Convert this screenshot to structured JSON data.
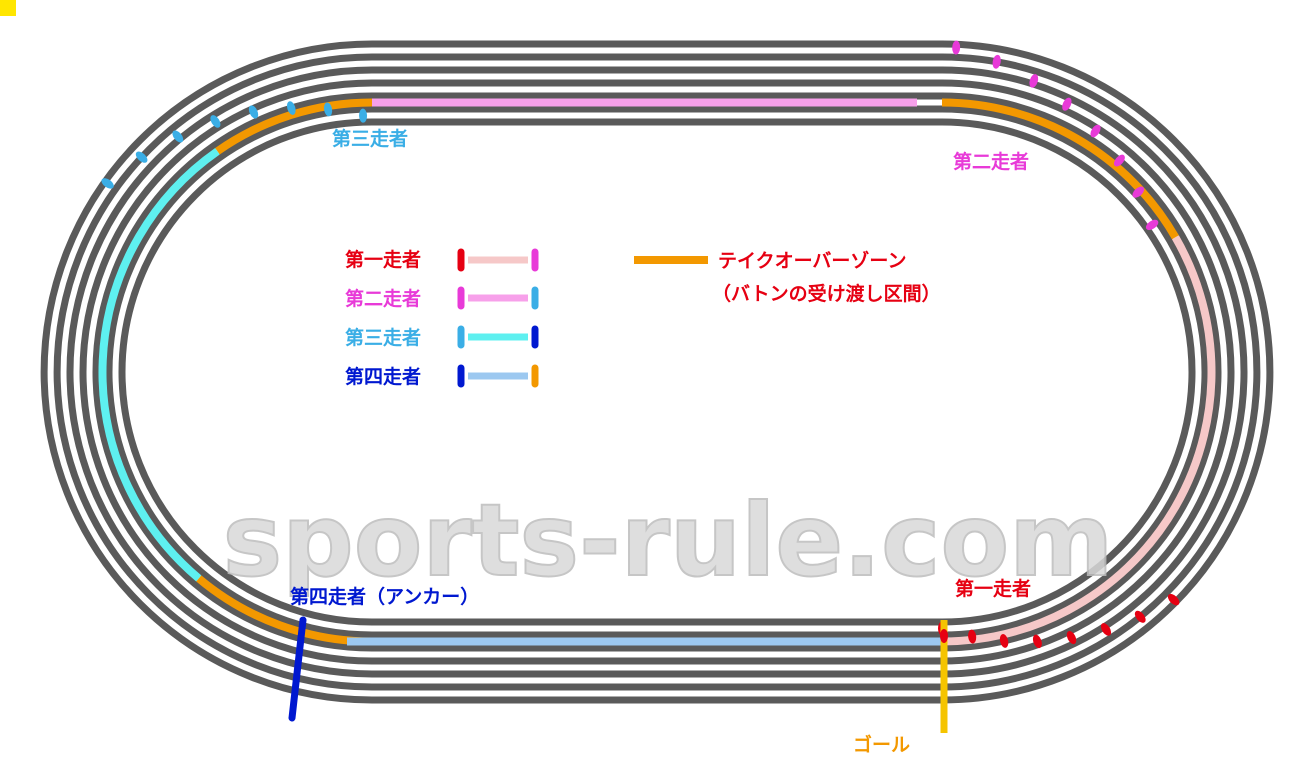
{
  "colors": {
    "track": "#5a5a5a",
    "takeover": "#f39800",
    "runner1": "#e60012",
    "runner2": "#e83ad8",
    "runner3": "#3aaee6",
    "runner4": "#0018d0",
    "leg1": "#f6c8c8",
    "leg2": "#f7a0ea",
    "leg3": "#5ef0f0",
    "leg4": "#9cc8f0",
    "goal": "#f5c400",
    "watermark": "#d9d9d9"
  },
  "track": {
    "lanes": 6
  },
  "labels": {
    "runner1": "第一走者",
    "runner2": "第二走者",
    "runner3": "第三走者",
    "runner4": "第四走者（アンカー）",
    "goal": "ゴール"
  },
  "legend": {
    "items": [
      {
        "label": "第一走者",
        "from_color": "#e60012",
        "line_color": "#f6c8c8",
        "to_color": "#e83ad8"
      },
      {
        "label": "第二走者",
        "from_color": "#e83ad8",
        "line_color": "#f7a0ea",
        "to_color": "#3aaee6"
      },
      {
        "label": "第三走者",
        "from_color": "#3aaee6",
        "line_color": "#5ef0f0",
        "to_color": "#0018d0"
      },
      {
        "label": "第四走者",
        "from_color": "#0018d0",
        "line_color": "#9cc8f0",
        "to_color": "#f39800"
      }
    ],
    "takeover_line1": "テイクオーバーゾーン",
    "takeover_line2": "（バトンの受け渡し区間）"
  },
  "watermark": "sports-rule.com"
}
